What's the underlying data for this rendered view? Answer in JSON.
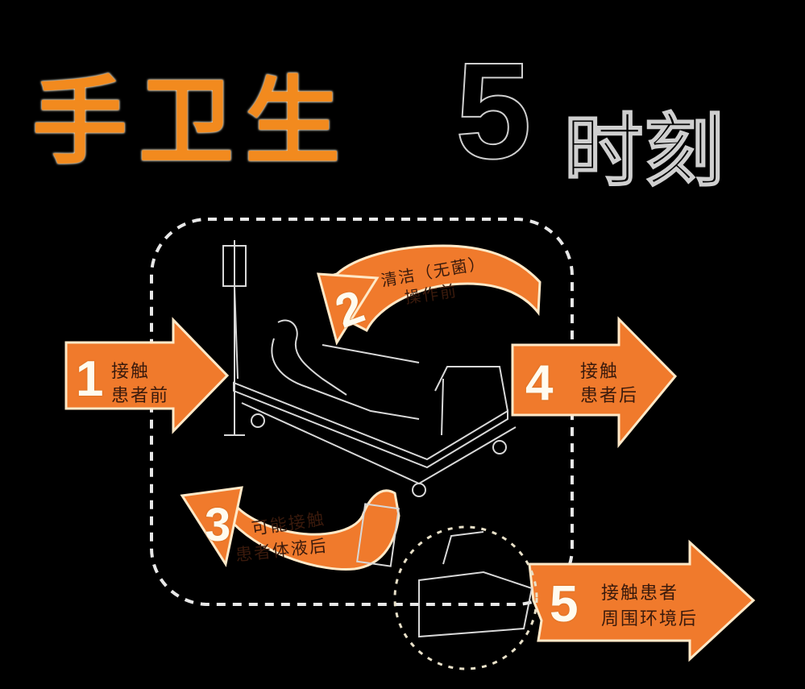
{
  "title": {
    "main": "手卫生",
    "number": "5",
    "suffix": "时刻"
  },
  "colors": {
    "arrow_fill": "#f07a2c",
    "title_orange": "#f28a1e",
    "background": "#000000",
    "label_text": "#3a1a0c",
    "number_text": "#fffbef"
  },
  "moments": [
    {
      "number": "1",
      "line1": "接触",
      "line2": "患者前"
    },
    {
      "number": "2",
      "line1": "清洁（无菌）",
      "line2": "操作前"
    },
    {
      "number": "3",
      "line1": "可能接触",
      "line2": "患者体液后"
    },
    {
      "number": "4",
      "line1": "接触",
      "line2": "患者后"
    },
    {
      "number": "5",
      "line1": "接触患者",
      "line2": "周围环境后"
    }
  ]
}
